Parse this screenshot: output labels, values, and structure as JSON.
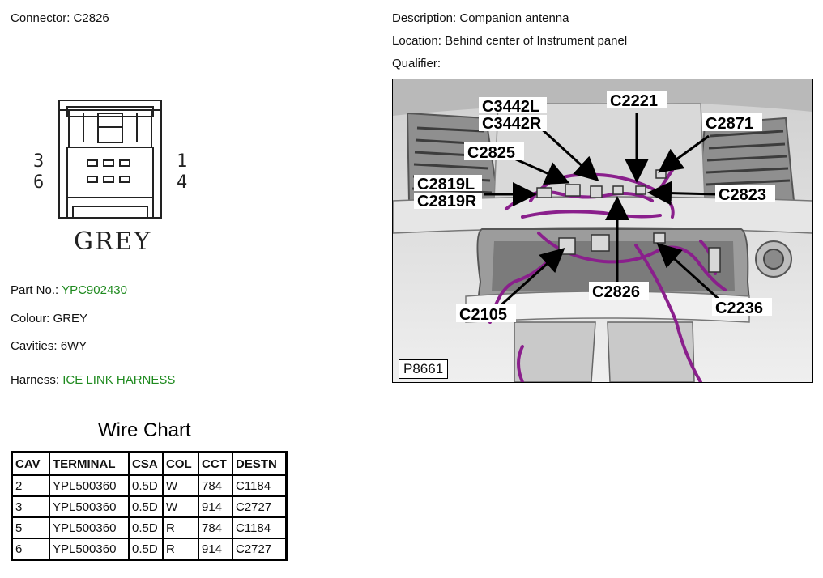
{
  "connector": {
    "label": "Connector:",
    "value": "C2826",
    "face": {
      "pin_labels": [
        "3",
        "6",
        "1",
        "4"
      ],
      "colour_label": "GREY"
    },
    "part_no_label": "Part No.:",
    "part_no": "YPC902430",
    "colour_label": "Colour:",
    "colour": "GREY",
    "cavities_label": "Cavities:",
    "cavities": "6WY",
    "harness_label": "Harness:",
    "harness": "ICE LINK HARNESS"
  },
  "description": {
    "label": "Description:",
    "value": "Companion antenna"
  },
  "location": {
    "label": "Location:",
    "value": "Behind center of Instrument panel"
  },
  "qualifier": {
    "label": "Qualifier:",
    "value": ""
  },
  "photo": {
    "id": "P8661",
    "callouts": [
      "C3442L",
      "C3442R",
      "C2221",
      "C2871",
      "C2825",
      "C2819L",
      "C2819R",
      "C2823",
      "C2826",
      "C2105",
      "C2236"
    ]
  },
  "wire_chart": {
    "title": "Wire Chart",
    "headers": [
      "CAV",
      "TERMINAL",
      "CSA",
      "COL",
      "CCT",
      "DESTN"
    ],
    "rows": [
      [
        "2",
        "YPL500360",
        "0.5D",
        "W",
        "784",
        "C1184"
      ],
      [
        "3",
        "YPL500360",
        "0.5D",
        "W",
        "914",
        "C2727"
      ],
      [
        "5",
        "YPL500360",
        "0.5D",
        "R",
        "784",
        "C1184"
      ],
      [
        "6",
        "YPL500360",
        "0.5D",
        "R",
        "914",
        "C2727"
      ]
    ]
  },
  "colors": {
    "link_green": "#1f8a1f",
    "harness_purple": "#8a1f8c"
  }
}
